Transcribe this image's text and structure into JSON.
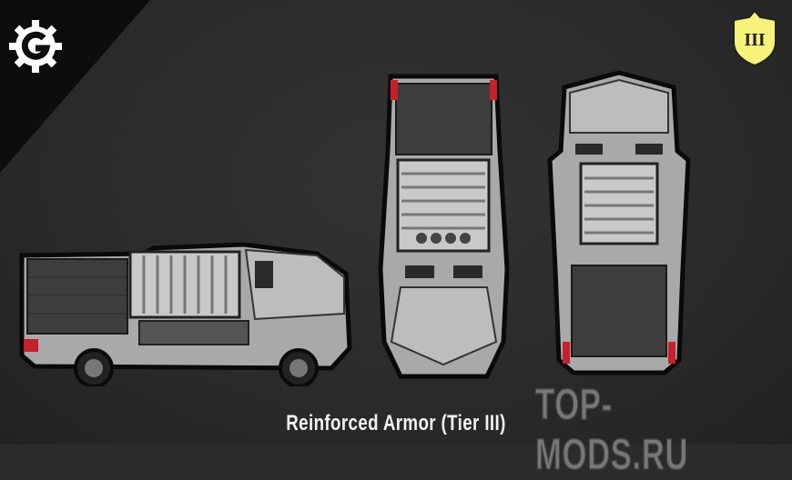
{
  "caption": "Reinforced Armor (Tier III)",
  "tier_badge": {
    "label": "III",
    "color": "#f7f27a"
  },
  "watermark": "TOP-MODS.RU",
  "logo": {
    "letter": "G",
    "icon": "gear-g-logo"
  },
  "colors": {
    "body": "#a9a9a9",
    "outline": "#0a0a0a",
    "background": "#2b2b2b",
    "taillight": "#c8202a"
  }
}
